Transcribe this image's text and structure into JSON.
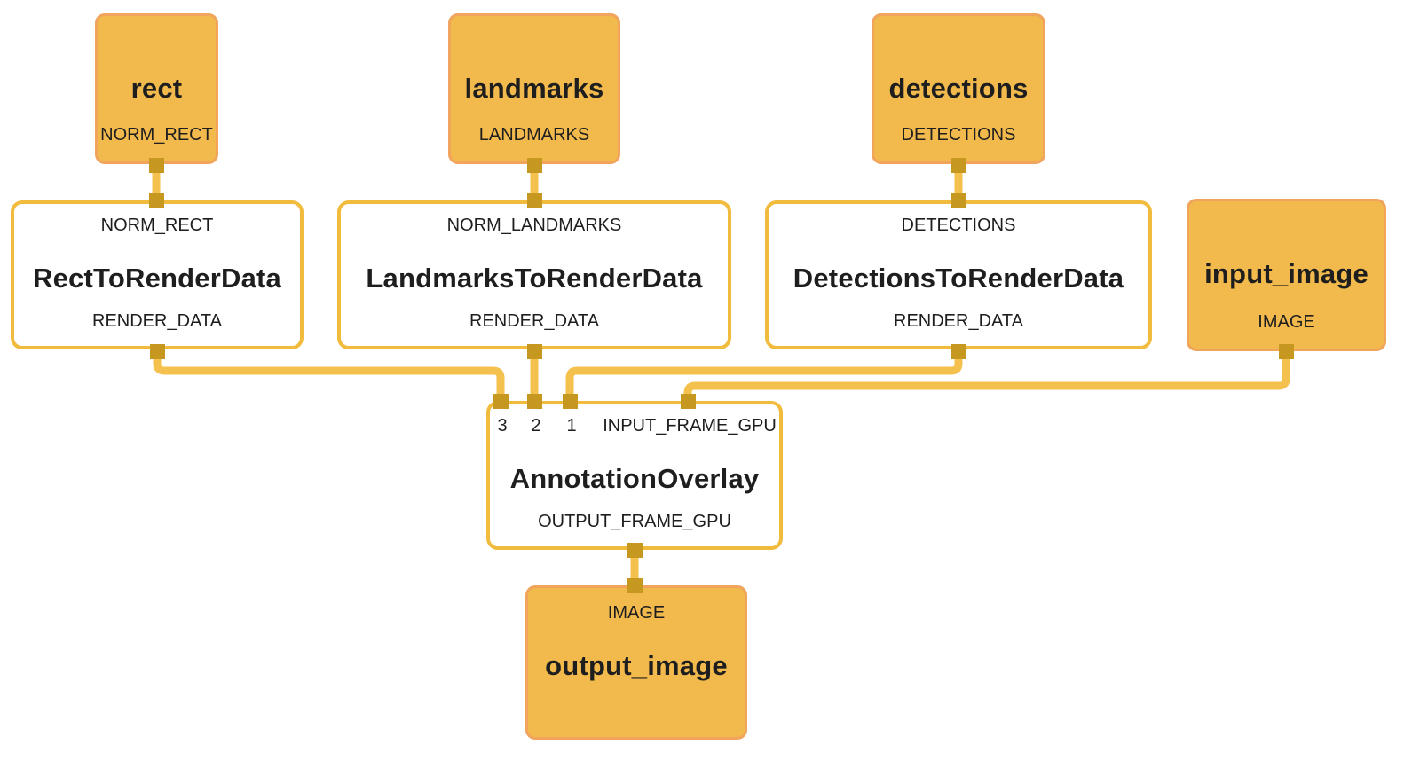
{
  "diagram": {
    "kind": "dataflow-graph",
    "colors": {
      "stream_fill": "#F2B94D",
      "stream_border": "#F0A45C",
      "calculator_border": "#F1BC3E",
      "edge": "#F4C14E",
      "port": "#C6981F",
      "text": "#1E1E1E",
      "background": "#FFFFFF"
    },
    "nodes": [
      {
        "id": "rect",
        "kind": "stream",
        "title": "rect",
        "bottom_label": "NORM_RECT"
      },
      {
        "id": "landmarks",
        "kind": "stream",
        "title": "landmarks",
        "bottom_label": "LANDMARKS"
      },
      {
        "id": "detections",
        "kind": "stream",
        "title": "detections",
        "bottom_label": "DETECTIONS"
      },
      {
        "id": "rect_to_render_data",
        "kind": "calculator",
        "title": "RectToRenderData",
        "top_label": "NORM_RECT",
        "bottom_label": "RENDER_DATA"
      },
      {
        "id": "landmarks_to_render_data",
        "kind": "calculator",
        "title": "LandmarksToRenderData",
        "top_label": "NORM_LANDMARKS",
        "bottom_label": "RENDER_DATA"
      },
      {
        "id": "detections_to_render_data",
        "kind": "calculator",
        "title": "DetectionsToRenderData",
        "top_label": "DETECTIONS",
        "bottom_label": "RENDER_DATA"
      },
      {
        "id": "input_image",
        "kind": "stream",
        "title": "input_image",
        "bottom_label": "IMAGE"
      },
      {
        "id": "annotation_overlay",
        "kind": "calculator",
        "title": "AnnotationOverlay",
        "input_labels": [
          "3",
          "2",
          "1",
          "INPUT_FRAME_GPU"
        ],
        "bottom_label": "OUTPUT_FRAME_GPU"
      },
      {
        "id": "output_image",
        "kind": "stream",
        "title": "output_image",
        "top_label": "IMAGE"
      }
    ],
    "edges": [
      {
        "from": "rect",
        "to": "rect_to_render_data"
      },
      {
        "from": "landmarks",
        "to": "landmarks_to_render_data"
      },
      {
        "from": "detections",
        "to": "detections_to_render_data"
      },
      {
        "from": "rect_to_render_data",
        "to": "annotation_overlay",
        "to_port": "3"
      },
      {
        "from": "landmarks_to_render_data",
        "to": "annotation_overlay",
        "to_port": "2"
      },
      {
        "from": "detections_to_render_data",
        "to": "annotation_overlay",
        "to_port": "1"
      },
      {
        "from": "input_image",
        "to": "annotation_overlay",
        "to_port": "INPUT_FRAME_GPU"
      },
      {
        "from": "annotation_overlay",
        "to": "output_image"
      }
    ]
  }
}
